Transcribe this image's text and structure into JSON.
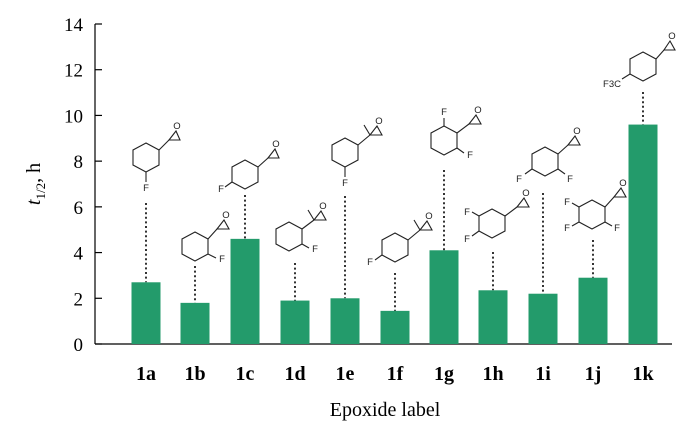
{
  "chart_data": {
    "type": "bar",
    "categories": [
      "1a",
      "1b",
      "1c",
      "1d",
      "1e",
      "1f",
      "1g",
      "1h",
      "1i",
      "1j",
      "1k"
    ],
    "values": [
      2.7,
      1.8,
      4.6,
      1.9,
      2.0,
      1.45,
      4.1,
      2.35,
      2.2,
      2.9,
      9.6
    ],
    "y_axis": {
      "label_main": "t",
      "label_sub": "1/2",
      "label_rest": ", h",
      "ticks": [
        "0",
        "2",
        "4",
        "6",
        "8",
        "10",
        "12",
        "14"
      ]
    },
    "ylim": [
      0,
      14
    ],
    "xlabel": "Epoxide label",
    "bar_color": "#239b6b",
    "grid": false,
    "legend": "none",
    "structure_atoms": {
      "F": "F",
      "O": "O",
      "CF3": "F3C"
    }
  }
}
